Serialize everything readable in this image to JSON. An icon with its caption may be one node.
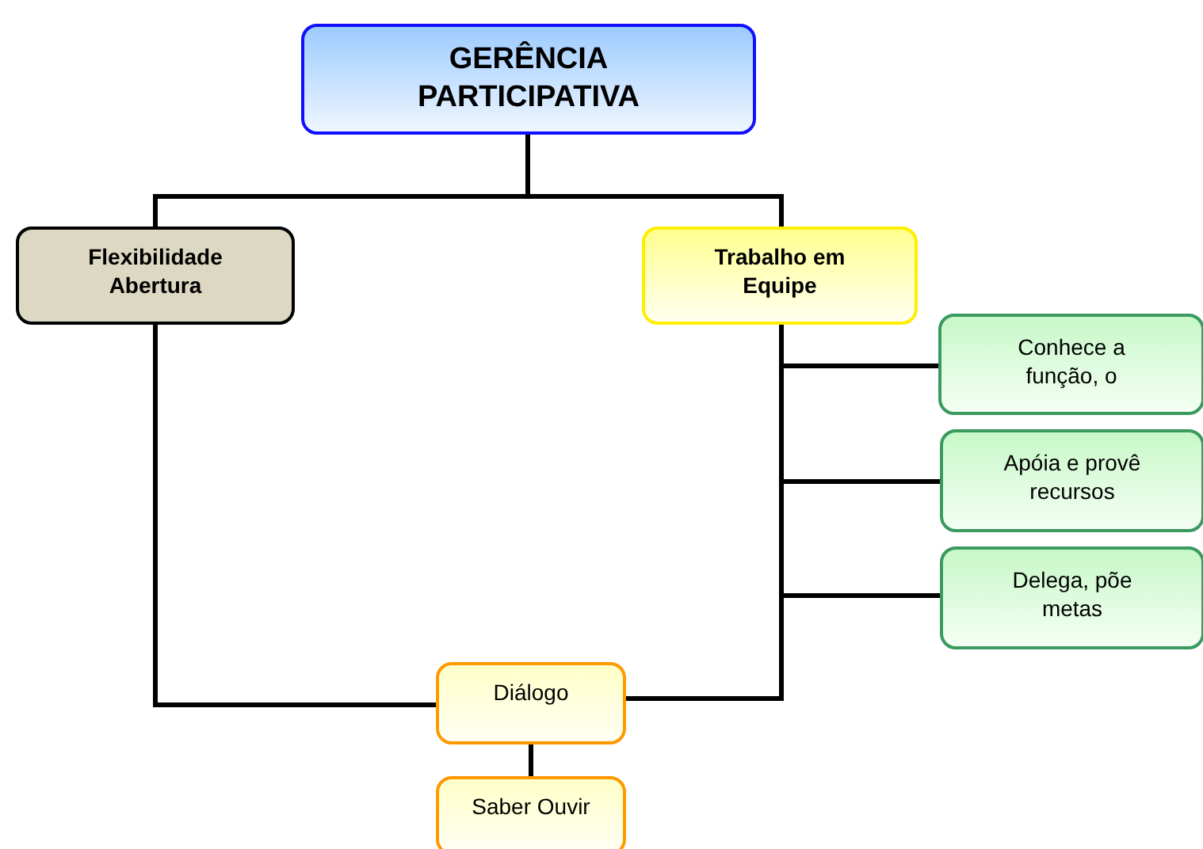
{
  "diagram": {
    "nodes": [
      {
        "text": [
          "GERÊNCIA PARTICIPATIVA"
        ]
      },
      {
        "text": [
          "Flexibilidade Abertura"
        ]
      },
      {
        "text": [
          "Trabalho em Equipe"
        ]
      },
      {
        "text": [
          "Conhece a função, o"
        ]
      },
      {
        "text": [
          "Apóia e provê recursos"
        ]
      },
      {
        "text": [
          "Delega, põe metas"
        ]
      },
      {
        "text": [
          "Diálogo"
        ]
      },
      {
        "text": [
          "Saber Ouvir"
        ]
      }
    ],
    "edges": [
      {
        "from": 0,
        "to": 1,
        "arrow": "none"
      },
      {
        "from": 0,
        "to": 2,
        "arrow": "none"
      },
      {
        "from": 2,
        "to": 3,
        "arrow": "none"
      },
      {
        "from": 2,
        "to": 4,
        "arrow": "none"
      },
      {
        "from": 2,
        "to": 5,
        "arrow": "none"
      },
      {
        "from": 1,
        "to": 6,
        "arrow": "none"
      },
      {
        "from": 2,
        "to": 6,
        "arrow": "none"
      },
      {
        "from": 6,
        "to": 7,
        "arrow": "none"
      }
    ]
  }
}
